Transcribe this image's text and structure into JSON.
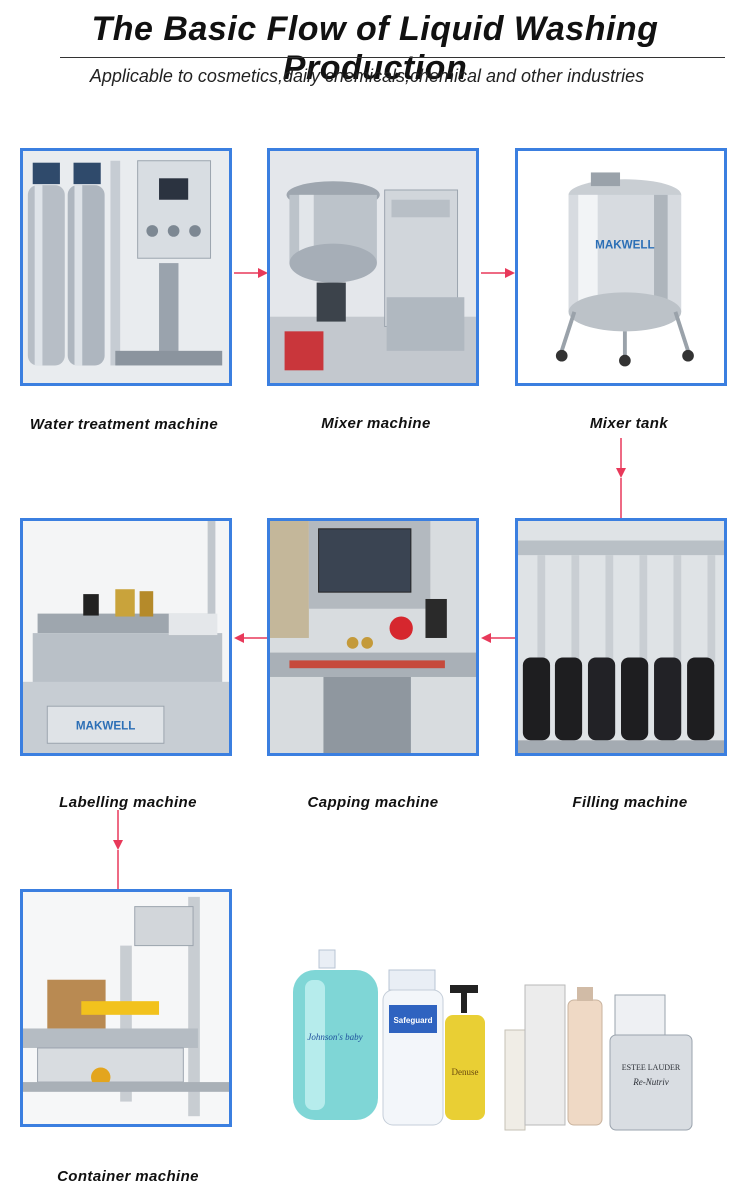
{
  "header": {
    "title": "The Basic Flow of Liquid Washing Production",
    "subtitle": "Applicable to cosmetics,daily chemicals,chemical and other industries"
  },
  "steps": [
    {
      "label": "Water treatment machine"
    },
    {
      "label": "Mixer machine"
    },
    {
      "label": "Mixer tank"
    },
    {
      "label": "Filling machine"
    },
    {
      "label": "Capping machine"
    },
    {
      "label": "Labelling machine"
    },
    {
      "label": "Container machine"
    }
  ],
  "brand_text": "MAKWELL",
  "product_texts": {
    "johnsons": "Johnson's baby",
    "safeguard": "Safeguard",
    "denuse": "Denuse",
    "estee": "ESTEE LAUDER",
    "renutriv": "Re-Nutriv"
  },
  "colors": {
    "card_border": "#3b7fe0",
    "arrow": "#e8395a"
  }
}
